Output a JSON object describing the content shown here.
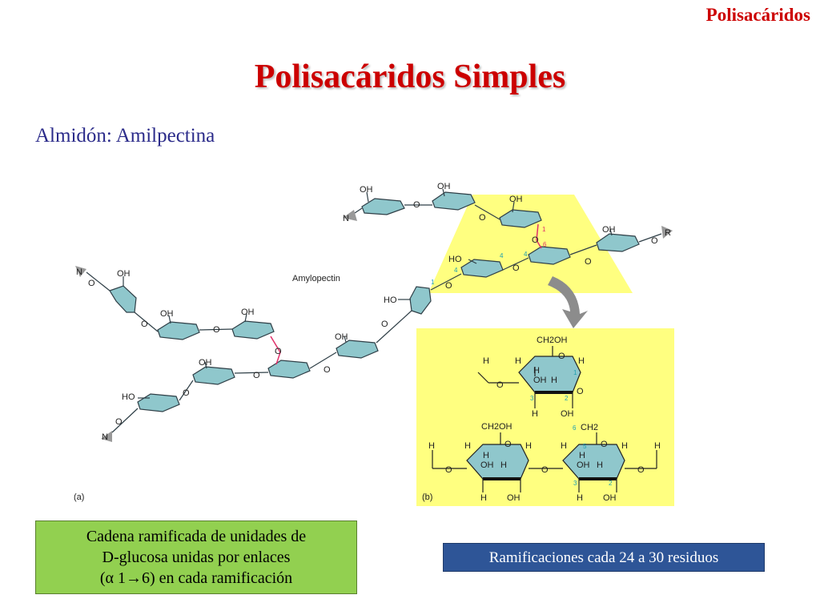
{
  "header": {
    "corner_title": "Polisacáridos",
    "title": "Polisacáridos Simples",
    "subtitle": "Almidón: Amilpectina"
  },
  "figure": {
    "panel_a_label": "(a)",
    "panel_b_label": "(b)",
    "amylopectin_label": "Amylopectin",
    "end_N": "N",
    "end_R": "R",
    "oh": "OH",
    "ho": "HO",
    "h": "H",
    "o": "O",
    "ch2oh": "CH2OH",
    "ch2": "CH2",
    "num1": "1",
    "num2": "2",
    "num3": "3",
    "num4": "4",
    "num5": "5",
    "num6": "6"
  },
  "captions": {
    "green_line1": "Cadena ramificada de unidades de",
    "green_line2": "D-glucosa unidas por enlaces",
    "green_line3": "(α 1→6) en cada ramificación",
    "blue": "Ramificaciones cada 24 a 30 residuos"
  },
  "colors": {
    "title_red": "#cc0000",
    "subtitle_blue": "#2b2b8a",
    "highlight_yellow": "#ffff80",
    "ring_fill": "#8fc7cc",
    "link_red": "#e0306a",
    "green_box": "#92d050",
    "blue_box": "#2e5597"
  }
}
